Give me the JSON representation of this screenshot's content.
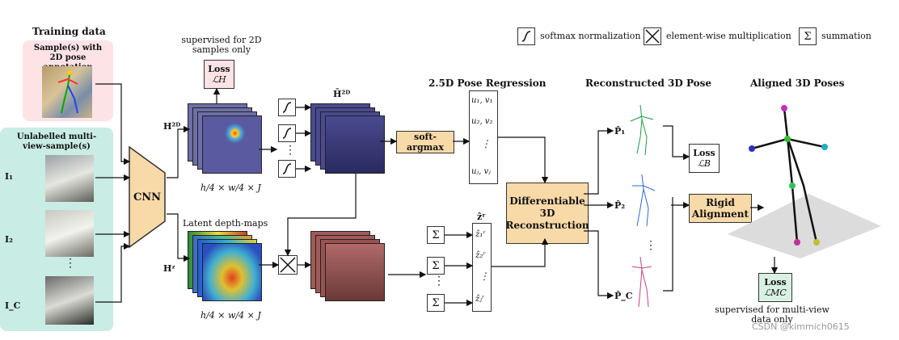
{
  "training": {
    "title": "Training data",
    "sample2d": "Sample(s) with 2D pose annotation",
    "multiview": "Unlabelled multi-view-sample(s)",
    "inputs": [
      "I₁",
      "I₂",
      "I_C"
    ],
    "dots": "⋮"
  },
  "cnn": {
    "label": "CNN"
  },
  "legend": {
    "softmax": "softmax normalization",
    "multiply": "element-wise multiplication",
    "sum": "summation"
  },
  "heatmaps": {
    "supervised": "supervised for 2D samples only",
    "loss_label": "Loss",
    "loss_symbol": "ℒH",
    "h2d": "H²ᴰ",
    "dims1": "h/4 × w/4 × J",
    "latent": "Latent depth-maps",
    "hz": "Hᶻ",
    "dims2": "h/4 × w/4 × J",
    "h2d_bar": "H̄²ᴰ"
  },
  "regression": {
    "title": "2.5D Pose Regression",
    "softargmax": "soft-argmax",
    "uv": [
      "u₁, v₁",
      "u₂, v₂",
      "⋮",
      "uⱼ, vⱼ"
    ],
    "z_header": "ẑʳ",
    "z": [
      "ẑ₁ʳ",
      "ẑ₂ʳ",
      "⋮",
      "ẑⱼʳ"
    ],
    "sum_symbol": "Σ"
  },
  "recon": {
    "box": "Differentiable 3D Reconstruction",
    "title": "Reconstructed 3D Pose",
    "p1": "P̂₁",
    "p2": "P̂₂",
    "pc": "P̂_C",
    "loss_label": "Loss",
    "loss_symbol": "ℒB"
  },
  "aligned": {
    "title": "Aligned 3D Poses",
    "rigid": "Rigid Alignment",
    "loss_label": "Loss",
    "loss_symbol": "ℒMC",
    "supervised": "supervised for multi-view data only"
  },
  "watermark": "CSDN @kimmich0615"
}
